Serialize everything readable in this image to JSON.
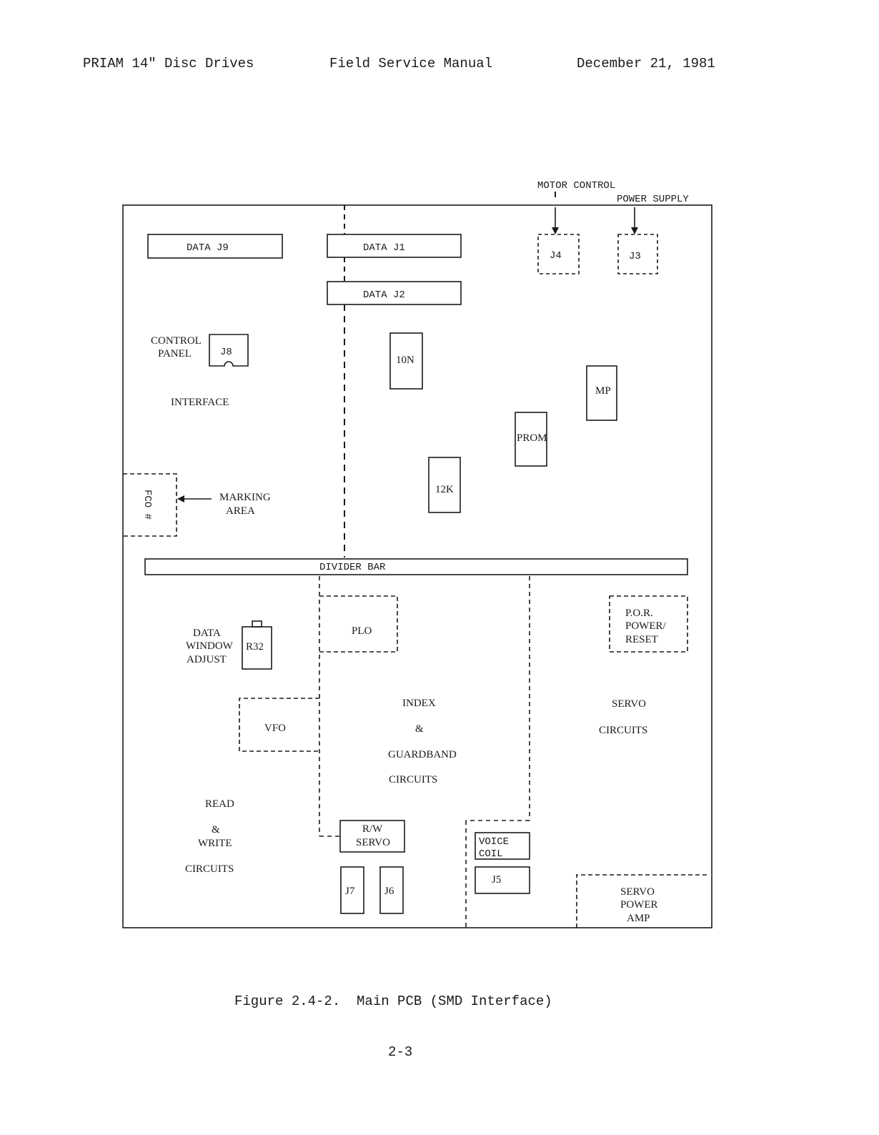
{
  "header": {
    "left": "PRIAM 14\" Disc Drives",
    "center": "Field Service Manual",
    "right": "December 21, 1981"
  },
  "labels": {
    "motor_control": "MOTOR CONTROL",
    "power_supply": "POWER SUPPLY",
    "data_j9": "DATA J9",
    "data_j1": "DATA J1",
    "data_j2": "DATA J2",
    "j4": "J4",
    "j3": "J3",
    "control_panel_1": "CONTROL",
    "control_panel_2": "PANEL",
    "j8": "J8",
    "interface": "INTERFACE",
    "ion": "10N",
    "mp": "MP",
    "prom": "PROM",
    "k12": "12K",
    "fco": "FCO #",
    "marking_1": "MARKING",
    "marking_2": "AREA",
    "divider_bar": "DIVIDER BAR",
    "plo": "PLO",
    "por_1": "P.O.R.",
    "por_2": "POWER/",
    "por_3": "RESET",
    "data_window_1": "DATA",
    "data_window_2": "WINDOW",
    "data_window_3": "ADJUST",
    "r32": "R32",
    "index_1": "INDEX",
    "index_2": "&",
    "index_3": "GUARDBAND",
    "index_4": "CIRCUITS",
    "servo_1": "SERVO",
    "servo_2": "CIRCUITS",
    "vfo": "VFO",
    "read_1": "READ",
    "read_2": "&",
    "read_3": "WRITE",
    "read_4": "CIRCUITS",
    "rw_servo_1": "R/W",
    "rw_servo_2": "SERVO",
    "voice_coil_1": "VOICE",
    "voice_coil_2": "COIL",
    "j5": "J5",
    "j7": "J7",
    "j6": "J6",
    "servo_amp_1": "SERVO",
    "servo_amp_2": "POWER",
    "servo_amp_3": "AMP"
  },
  "caption": "Figure 2.4-2.  Main PCB (SMD Interface)",
  "page_number": "2-3"
}
